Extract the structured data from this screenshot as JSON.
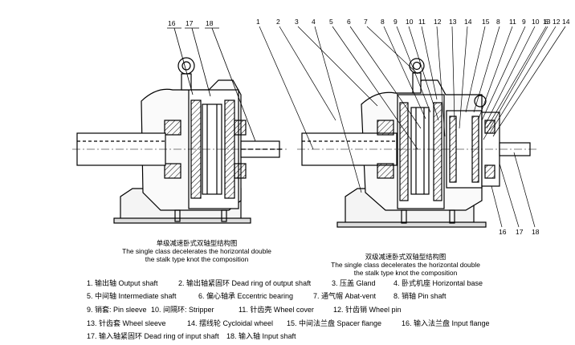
{
  "callouts_left_top": [
    "16",
    "17",
    "18"
  ],
  "callouts_right_top": [
    "1",
    "2",
    "3",
    "4",
    "5",
    "6",
    "7",
    "8",
    "9",
    "10",
    "11",
    "12",
    "13",
    "14",
    "15",
    "8",
    "11",
    "9",
    "10",
    "13",
    "12",
    "14",
    "6"
  ],
  "callouts_right_bottom": [
    "16",
    "17",
    "18"
  ],
  "caption_left": {
    "zh": "单级减速卧式双轴型结构图",
    "en1": "The single class decelerates the horizontal double",
    "en2": "the stalk type knot the composition"
  },
  "caption_right": {
    "zh": "双级减速卧式双轴型结构图",
    "en1": "The single class decelerates the horizontal double",
    "en2": "the stalk type knot the composition"
  },
  "parts": [
    "1. 输出轴 Output shaft",
    "2. 输出轴紧固环 Dead ring of output shaft",
    "3. 压盖 Gland",
    "4. 卧式机座 Horizontal base",
    "5. 中间轴 Intermediate shaft",
    "6. 偏心轴承 Eccentric bearing",
    "7. 通气帽 Abat-vent",
    "8. 销轴 Pin shaft",
    "9. 销套: Pin sleeve",
    "10. 间隔环: Stripper",
    "11. 针齿壳 Wheel cover",
    "12. 针齿销 Wheel pin",
    "13. 针齿套 Wheel sleeve",
    "14. 摆线轮 Cycloidal wheel",
    "15. 中间法兰盘 Spacer flange",
    "16. 输入法兰盘 Input flange",
    "17. 输入轴紧固环 Dead ring of input shaft",
    "18. 输入轴 Input shaft"
  ]
}
